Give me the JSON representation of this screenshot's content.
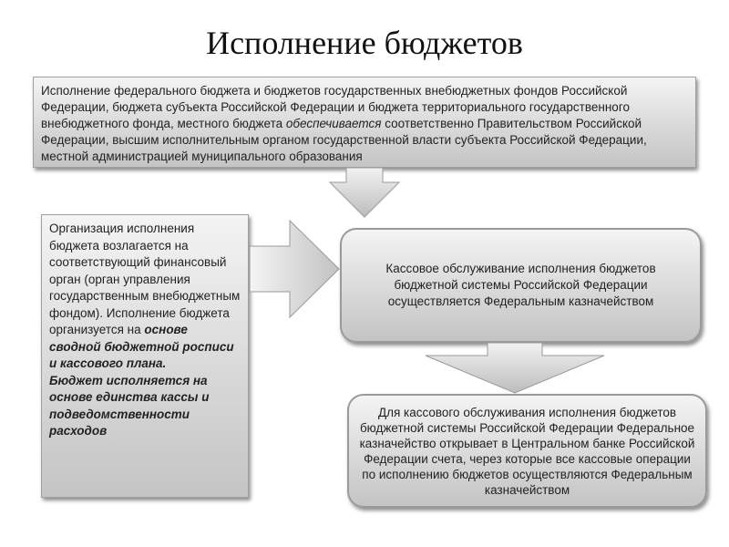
{
  "title": "Исполнение бюджетов",
  "top_box": {
    "text_1": "Исполнение федерального бюджета и бюджетов государственных внебюджетных фондов Российской Федерации, бюджета субъекта Российской Федерации и бюджета территориального государственного внебюджетного фонда, местного бюджета ",
    "text_italic": "обеспечивается",
    "text_2": " соответственно Правительством Российской Федерации, высшим исполнительным органом государственной власти субъекта Российской Федерации, местной администрацией муниципального образования"
  },
  "left_box": {
    "text_1": "Организация исполнения бюджета возлагается на соответствующий финансовый орган (орган управления государственным внебюджетным фондом). Исполнение бюджета организуется на ",
    "text_bold_1": "основе сводной бюджетной росписи и кассового плана.",
    "text_bold_2": "Бюджет исполняется на основе единства кассы и подведомственности расходов"
  },
  "right_box_1": {
    "text": "Кассовое обслуживание исполнения бюджетов бюджетной системы Российской Федерации осуществляется Федеральным казначейством"
  },
  "right_box_2": {
    "text": "Для кассового обслуживания исполнения бюджетов бюджетной системы Российской Федерации Федеральное казначейство открывает в Центральном банке Российской Федерации счета, через которые все кассовые операции по исполнению бюджетов осуществляются Федеральным казначейством"
  },
  "colors": {
    "box_fill_light": "#f4f4f4",
    "box_fill_dark": "#c4c4c4",
    "border": "#9a9a9a"
  }
}
